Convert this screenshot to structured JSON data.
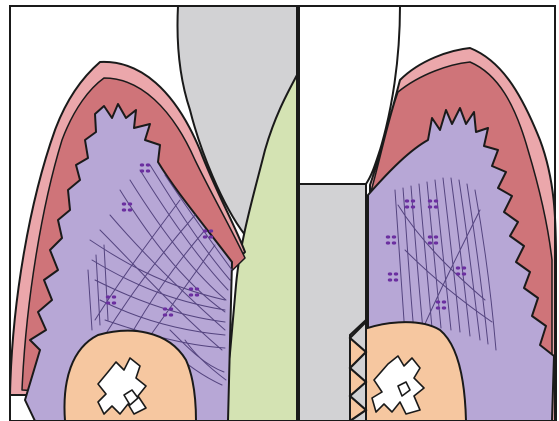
{
  "panels": [
    {
      "name": "left-panel",
      "structures": [
        "tooth-crown",
        "root-surface",
        "mucosa-outer",
        "mucosa-inner",
        "connective-tissue",
        "fibers",
        "cell-clusters",
        "bone"
      ]
    },
    {
      "name": "right-panel",
      "structures": [
        "implant-abutment",
        "implant-body",
        "mucosa-outer",
        "mucosa-inner",
        "connective-tissue",
        "fibers",
        "cell-clusters",
        "bone"
      ]
    }
  ],
  "colors": {
    "background": "#ffffff",
    "outline": "#1a1a1a",
    "tooth_gray": "#d2d2d4",
    "root_green": "#d4e3b3",
    "mucosa_outer": "#eba7ab",
    "mucosa_inner": "#cf7479",
    "connective_tissue": "#b7a7d6",
    "fiber_stroke": "#54447f",
    "cell_purple": "#6b2fa0",
    "bone": "#f6c7a0",
    "marrow": "#ffffff"
  },
  "labels": {}
}
